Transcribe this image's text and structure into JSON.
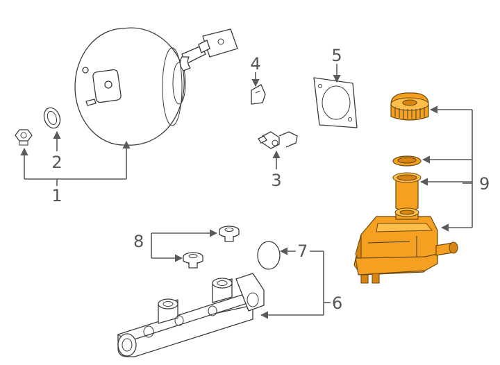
{
  "callouts": {
    "c1": "1",
    "c2": "2",
    "c3": "3",
    "c4": "4",
    "c5": "5",
    "c6": "6",
    "c7": "7",
    "c8": "8",
    "c9": "9"
  },
  "colors": {
    "highlight": "#f5a020",
    "line": "#5a5a5a",
    "label": "#555555"
  }
}
